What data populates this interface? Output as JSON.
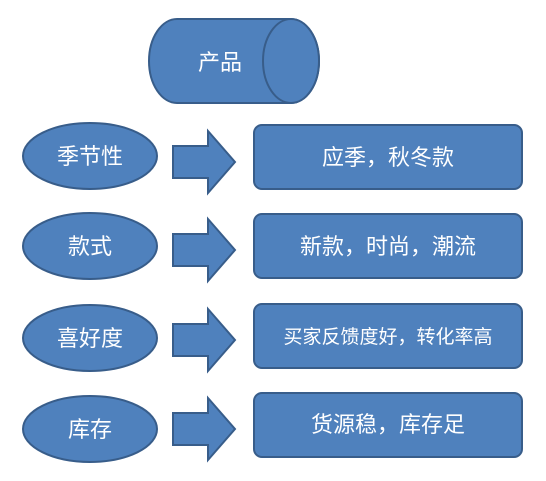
{
  "diagram": {
    "title": "产品",
    "colors": {
      "fill": "#4F81BD",
      "stroke": "#385D8A",
      "text": "#FFFFFF"
    },
    "rows": [
      {
        "factor": "季节性",
        "description": "应季，秋冬款"
      },
      {
        "factor": "款式",
        "description": "新款，时尚，潮流"
      },
      {
        "factor": "喜好度",
        "description": "买家反馈度好，转化率高"
      },
      {
        "factor": "库存",
        "description": "货源稳，库存足"
      }
    ]
  }
}
